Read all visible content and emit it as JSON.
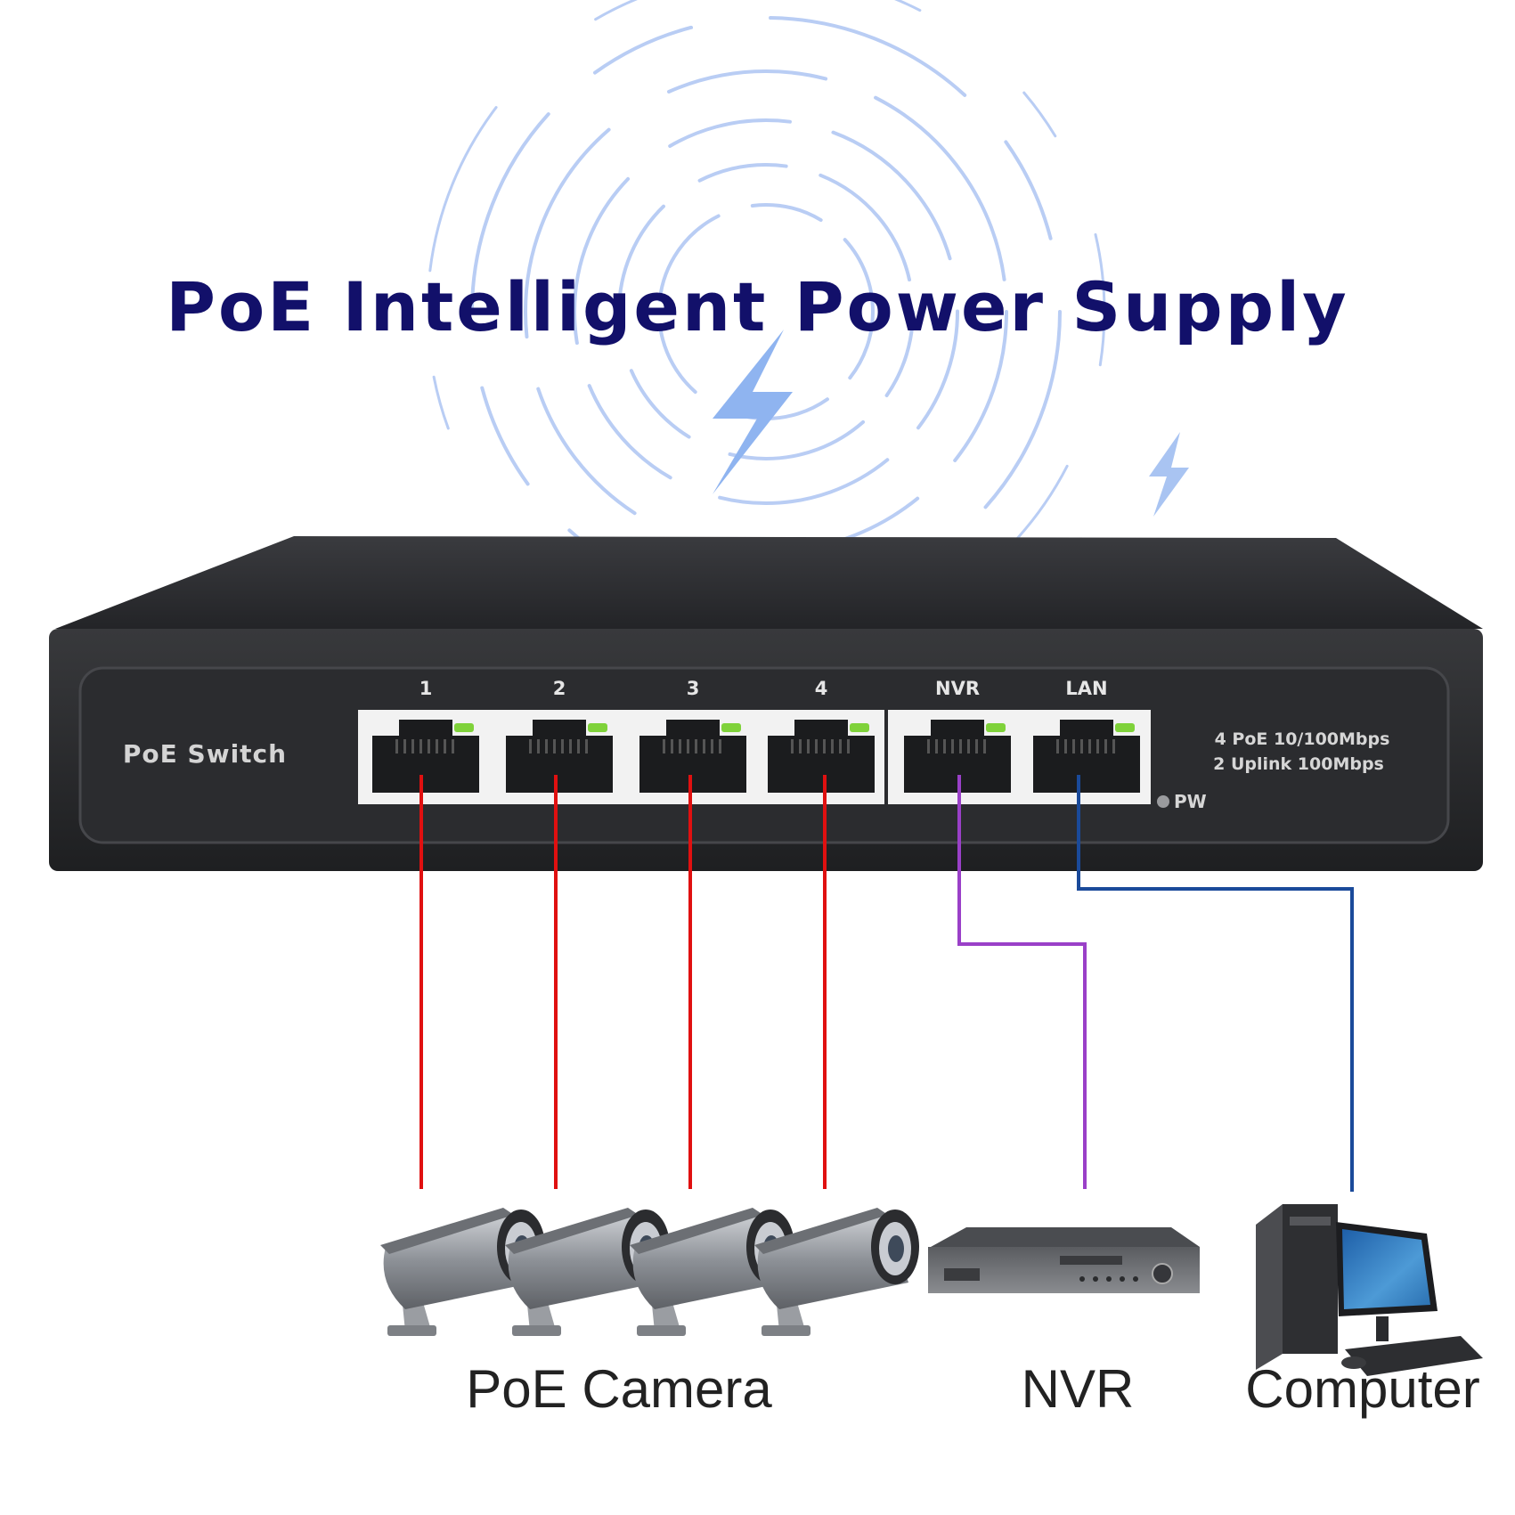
{
  "title": "PoE Intelligent Power Supply",
  "switch": {
    "brand_label": "PoE Switch",
    "ports": [
      {
        "label": "1",
        "type": "poe"
      },
      {
        "label": "2",
        "type": "poe"
      },
      {
        "label": "3",
        "type": "poe"
      },
      {
        "label": "4",
        "type": "poe"
      },
      {
        "label": "NVR",
        "type": "uplink"
      },
      {
        "label": "LAN",
        "type": "uplink"
      }
    ],
    "spec_line1": "4 PoE 10/100Mbps",
    "spec_line2": "2 Uplink 100Mbps",
    "power_indicator": "PW"
  },
  "devices": {
    "camera_label": "PoE Camera",
    "nvr_label": "NVR",
    "computer_label": "Computer"
  },
  "colors": {
    "title": "#12106a",
    "poe_cable": "#e01010",
    "nvr_cable": "#9a40c8",
    "lan_cable": "#1a4a9a",
    "wave": "#b9cdf4",
    "bolt": "#8fb4f0",
    "switch_body": "#2d2e31",
    "port_led": "#7fd23a"
  },
  "icons": [
    "lightning-bolt-icon",
    "signal-wave-icon",
    "rj45-port-icon",
    "bullet-camera-icon",
    "nvr-recorder-icon",
    "desktop-computer-icon"
  ]
}
